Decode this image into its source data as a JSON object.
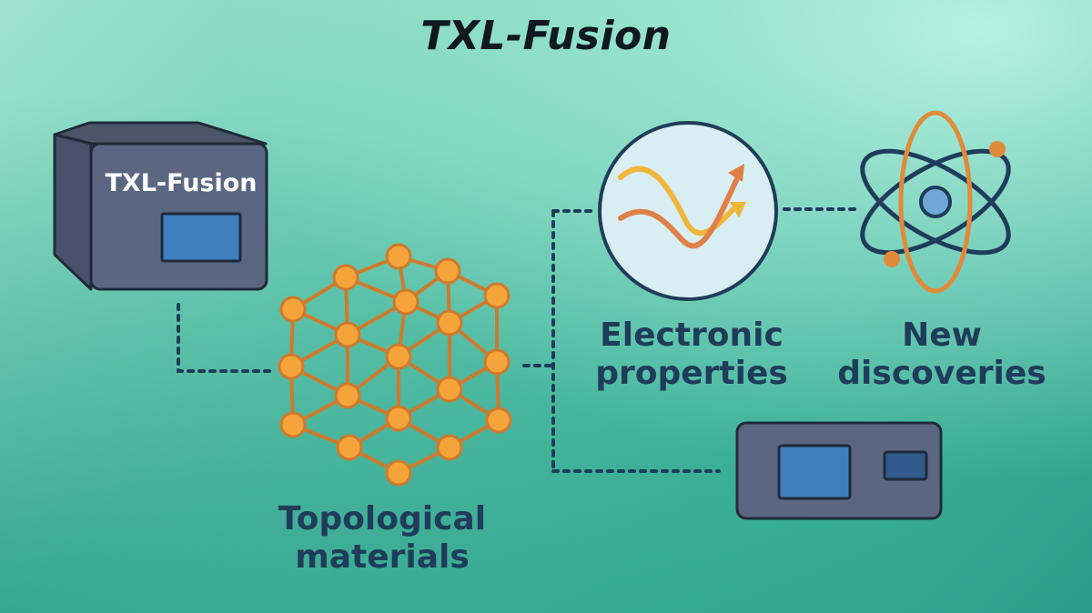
{
  "title": "TXL-Fusion",
  "device_label": "TXL-Fusion",
  "nodes": {
    "topological": "Topological\nmaterials",
    "electronic": "Electronic\nproperties",
    "discoveries": "New\ndiscoveries"
  },
  "colors": {
    "node_fill": "#f4a43a",
    "lattice_edge": "#cf7a2c",
    "device_body": "#5b6781",
    "screen": "#3f7fbf",
    "wave_yellow": "#f0b63a",
    "wave_orange": "#e08048",
    "atom_blue": "#1f3c5a",
    "ring_orange": "#e08a3a"
  }
}
